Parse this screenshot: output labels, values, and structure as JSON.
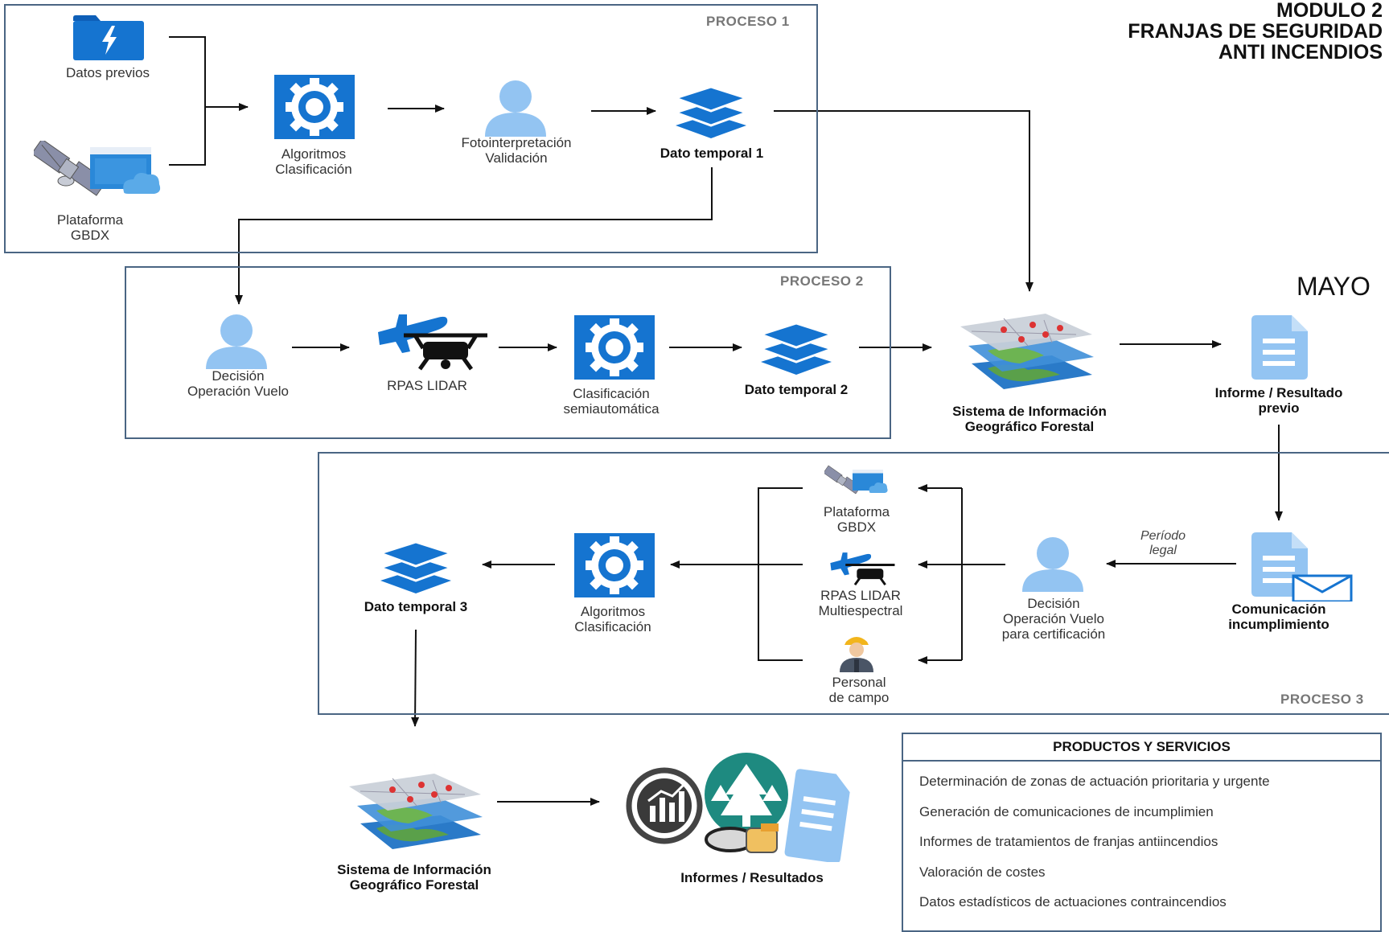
{
  "title": [
    "MODULO 2",
    "FRANJAS DE SEGURIDAD",
    "ANTI INCENDIOS"
  ],
  "mayo": "MAYO",
  "proceso1": {
    "title": "PROCESO 1",
    "datos_previos": "Datos previos",
    "plataforma": [
      "Plataforma",
      "GBDX"
    ],
    "algoritmos": [
      "Algoritmos",
      "Clasificación"
    ],
    "fotointerpretacion": [
      "Fotointerpretación",
      "Validación"
    ],
    "dato_temporal": "Dato temporal 1"
  },
  "proceso2": {
    "title": "PROCESO 2",
    "decision": [
      "Decisión",
      "Operación Vuelo"
    ],
    "rpas": "RPAS LIDAR",
    "clasificacion": [
      "Clasificación",
      "semiautomática"
    ],
    "dato_temporal": "Dato temporal 2"
  },
  "sig": [
    "Sistema de Información",
    "Geográfico Forestal"
  ],
  "informe_previo": [
    "Informe / Resultado",
    "previo"
  ],
  "proceso3": {
    "title": "PROCESO 3",
    "plataforma": [
      "Plataforma",
      "GBDX"
    ],
    "rpas": [
      "RPAS LIDAR",
      "Multiespectral"
    ],
    "personal": [
      "Personal",
      "de campo"
    ],
    "decision": [
      "Decisión",
      "Operación Vuelo",
      "para certificación"
    ],
    "periodo": [
      "Período",
      "legal"
    ],
    "comunicacion": [
      "Comunicación",
      "incumplimiento"
    ],
    "algoritmos": [
      "Algoritmos",
      "Clasificación"
    ],
    "dato_temporal": "Dato temporal 3"
  },
  "sig2": [
    "Sistema de Información",
    "Geográfico Forestal"
  ],
  "informes": "Informes / Resultados",
  "productos": {
    "title": "PRODUCTOS Y SERVICIOS",
    "items": [
      "Determinación de zonas de actuación prioritaria y urgente",
      "Generación de comunicaciones de incumplimien",
      "Informes de tratamientos de franjas antiincendios",
      "Valoración de costes",
      "Datos estadísticos de actuaciones contraincendios"
    ]
  },
  "colors": {
    "icon_blue": "#1574d0",
    "person_blue": "#93c4f2",
    "box_border": "#4a6583",
    "forest_teal": "#1e8a80"
  }
}
